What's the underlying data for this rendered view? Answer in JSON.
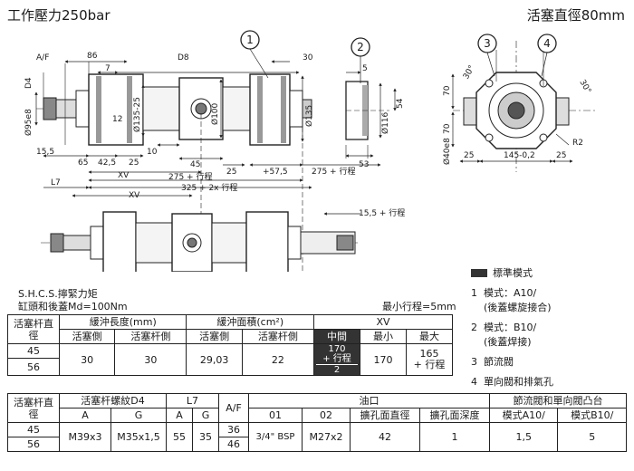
{
  "header": {
    "pressure": "工作壓力250bar",
    "bore": "活塞直徑80mm"
  },
  "callouts": [
    "1",
    "2",
    "3",
    "4"
  ],
  "dims": {
    "af": "A/F",
    "d4": "D4",
    "d86": "86",
    "d7": "7",
    "d8": "D8",
    "d30": "30",
    "dia95": "Ø95e8",
    "d12": "12",
    "dia135a": "Ø135-25",
    "dia100": "Ø100",
    "dia135b": "Ø135",
    "d155": "15,5",
    "d65": "65",
    "d425": "42,5",
    "d25a": "25",
    "d10": "10",
    "d45": "45",
    "d25b": "25",
    "d575": "+57,5",
    "d275a": "275 + 行程",
    "xv": "XV",
    "d275b": "275 + 行程",
    "l7": "L7",
    "d325": "325 + 2x 行程",
    "xv2": "XV",
    "d155b": "15,5 + 行程",
    "dia116": "Ø116",
    "d54": "54",
    "d5": "5",
    "d53": "53",
    "d70a": "70",
    "d70b": "70",
    "a30a": "30°",
    "a30b": "30°",
    "dia40": "Ø40e8",
    "d25c": "25",
    "d145": "145-0,2",
    "d25d": "25",
    "r2": "R2"
  },
  "legend": {
    "standard": "標準模式",
    "items": [
      {
        "num": "1",
        "lines": [
          "模式：A10/",
          "(後蓋螺旋接合)"
        ]
      },
      {
        "num": "2",
        "lines": [
          "模式：B10/",
          "(後蓋焊接)"
        ]
      },
      {
        "num": "3",
        "lines": [
          "節流閥"
        ]
      },
      {
        "num": "4",
        "lines": [
          "單向閥和排氣孔"
        ]
      }
    ]
  },
  "notes": {
    "shcs1": "S.H.C.S.擰緊力矩",
    "shcs2": "缸頭和後蓋Md=100Nm",
    "min_stroke": "最小行程=5mm"
  },
  "table1": {
    "rod_dia": "活塞杆直徑",
    "cushion_len": "緩沖長度(mm)",
    "cushion_area": "緩沖面積(cm²)",
    "xv": "XV",
    "piston_side": "活塞側",
    "rod_side": "活塞杆側",
    "mid": "中間",
    "min": "最小",
    "max": "最大",
    "rows": [
      "45",
      "56"
    ],
    "v_len_piston": "30",
    "v_len_rod": "30",
    "v_area_piston": "29,03",
    "v_area_rod": "22",
    "v_mid_1": "170",
    "v_mid_2": "+ 行程",
    "v_mid_3": "2",
    "v_min": "170",
    "v_max_1": "165",
    "v_max_2": "+ 行程"
  },
  "table2": {
    "rod_dia": "活塞杆直徑",
    "thread": "活塞杆螺紋D4",
    "l7": "L7",
    "af": "A/F",
    "port": "油口",
    "valve": "節流閥和單向閥凸台",
    "a": "A",
    "g": "G",
    "a2": "A",
    "g2": "G",
    "p01": "01",
    "p02": "02",
    "spot_dia": "擴孔面直徑",
    "spot_depth": "擴孔面深度",
    "m_a10": "模式A10/",
    "m_b10": "模式B10/",
    "rows": [
      "45",
      "56"
    ],
    "v_thread_a": "M39x3",
    "v_thread_g": "M35x1,5",
    "v_l7_a": "55",
    "v_l7_g": "35",
    "v_af1": "36",
    "v_af2": "46",
    "v_p01": "3/4\" BSP",
    "v_p02": "M27x2",
    "v_spot_dia": "42",
    "v_spot_depth": "1",
    "v_a10": "1,5",
    "v_b10": "5"
  }
}
